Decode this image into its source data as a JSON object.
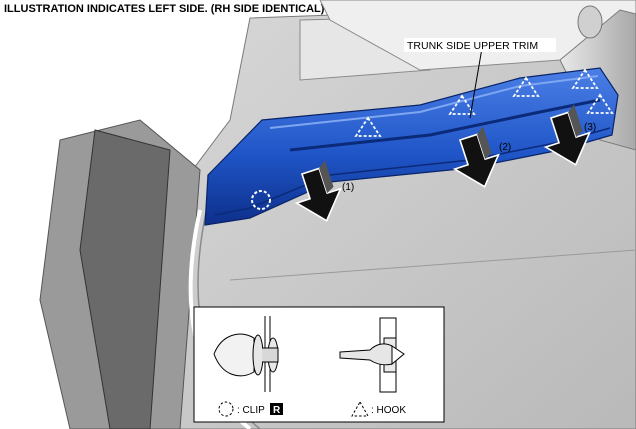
{
  "header": {
    "title": "ILLUSTRATION INDICATES LEFT SIDE. (RH SIDE IDENTICAL)"
  },
  "callout": {
    "label": "TRUNK SIDE UPPER TRIM"
  },
  "steps": [
    {
      "label": "(1)"
    },
    {
      "label": "(2)"
    },
    {
      "label": "(3)"
    }
  ],
  "legend": {
    "clip_label": ": CLIP",
    "clip_badge": "R",
    "hook_label": ": HOOK"
  },
  "colors": {
    "trim_blue": "#1f55c7",
    "trim_dark": "#0d2f8a",
    "body_grey": "#c9c9c9",
    "arrow_black": "#111111"
  }
}
